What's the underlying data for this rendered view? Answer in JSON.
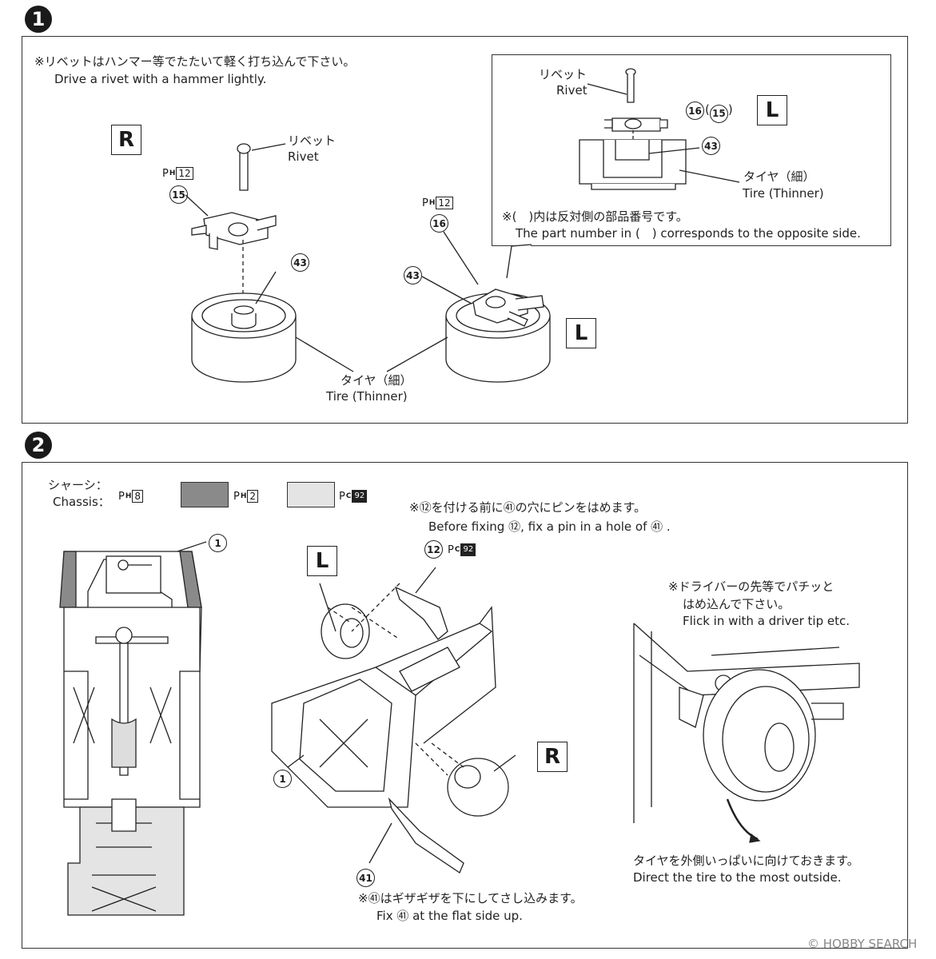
{
  "step1": {
    "number": "1",
    "note_jp": "※リベットはハンマー等でたたいて軽く打ち込んで下さい。",
    "note_en": "Drive a rivet with a hammer lightly.",
    "right_side": {
      "side_label": "R",
      "rivet_jp": "リベット",
      "rivet_en": "Rivet",
      "paint_prefix": "P",
      "paint_sub": "H",
      "paint_num": "12",
      "part_hub": "15",
      "part_tire": "43"
    },
    "left_side": {
      "side_label": "L",
      "paint_prefix": "P",
      "paint_sub": "H",
      "paint_num": "12",
      "part_hub": "16",
      "part_tire": "43"
    },
    "tire_jp": "タイヤ（細）",
    "tire_en": "Tire (Thinner)",
    "inset": {
      "rivet_jp": "リベット",
      "rivet_en": "Rivet",
      "part_main": "16",
      "part_alt": "15",
      "part_tire": "43",
      "side_label": "L",
      "tire_jp": "タイヤ（細）",
      "tire_en": "Tire (Thinner)",
      "note_jp": "※(　)内は反対側の部品番号です。",
      "note_en": "The part number in (　) corresponds to the opposite side."
    }
  },
  "step2": {
    "number": "2",
    "chassis_label_jp": "シャーシ：",
    "chassis_label_en": "Chassis：",
    "colors": [
      {
        "prefix": "P",
        "sub": "H",
        "num": "8",
        "swatch": "#ffffff",
        "dark": false
      },
      {
        "prefix": "P",
        "sub": "H",
        "num": "2",
        "swatch": "#8a8a8a",
        "dark": false
      },
      {
        "prefix": "P",
        "sub": "C",
        "num": "92",
        "swatch": "#e4e4e4",
        "dark": true
      }
    ],
    "chassis_part": "1",
    "note_pin_jp": "※⑫を付ける前に㊶の穴にピンをはめます。",
    "note_pin_en": "Before fixing ⑫, fix a pin in a hole of ㊶ .",
    "part_arm": "12",
    "arm_paint_prefix": "P",
    "arm_paint_sub": "C",
    "arm_paint_num": "92",
    "side_left": "L",
    "side_right": "R",
    "part_chassis_assy": "1",
    "part_rod": "41",
    "note_rod_jp": "※㊶はギザギザを下にしてさし込みます。",
    "note_rod_en": "Fix ㊶ at the flat side up.",
    "note_flick_jp1": "※ドライバーの先等でパチッと",
    "note_flick_jp2": "はめ込んで下さい。",
    "note_flick_en": "Flick in with a driver tip etc.",
    "note_tire_jp": "タイヤを外側いっぱいに向けておきます。",
    "note_tire_en": "Direct the tire to the most outside."
  },
  "watermark": "HOBBY SEARCH"
}
